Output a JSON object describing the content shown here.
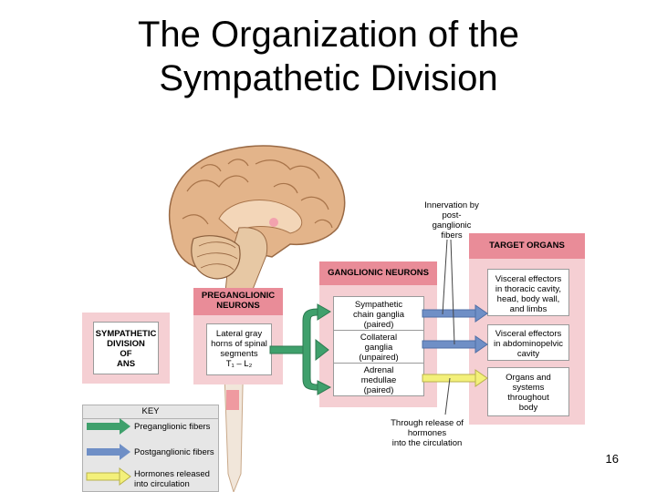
{
  "title_line1": "The Organization of the",
  "title_line2": "Sympathetic Division",
  "page_number": "16",
  "diagram": {
    "innervation": [
      "Innervation by",
      "post-",
      "ganglionic",
      "fibers"
    ],
    "target_organs_heading": "TARGET ORGANS",
    "ganglionic_heading": "GANGLIONIC NEURONS",
    "preganglionic_heading": [
      "PREGANGLIONIC",
      "NEURONS"
    ],
    "sympathetic_label": [
      "SYMPATHETIC",
      "DIVISION",
      "OF",
      "ANS"
    ],
    "lateral_horns": [
      "Lateral gray",
      "horns of spinal",
      "segments",
      "T₁ – L₂"
    ],
    "ganglia": [
      [
        "Sympathetic",
        "chain ganglia",
        "(paired)"
      ],
      [
        "Collateral",
        "ganglia",
        "(unpaired)"
      ],
      [
        "Adrenal",
        "medullae",
        "(paired)"
      ]
    ],
    "targets": [
      [
        "Visceral effectors",
        "in thoracic cavity,",
        "head, body wall,",
        "and limbs"
      ],
      [
        "Visceral effectors",
        "in abdominopelvic",
        "cavity"
      ],
      [
        "Organs and",
        "systems",
        "throughout",
        "body"
      ]
    ],
    "hormone_release": [
      "Through release of",
      "hormones",
      "into the circulation"
    ],
    "key_heading": "KEY",
    "key_items": [
      "Preganglionic fibers",
      "Postganglionic fibers",
      "Hormones released",
      "into circulation"
    ],
    "colors": {
      "preganglionic": "#3fa06c",
      "postganglionic": "#6f8fc6",
      "hormone": "#f3f07a",
      "pink_box": "#f5cfd3",
      "pink_heading": "#e98c98"
    }
  }
}
